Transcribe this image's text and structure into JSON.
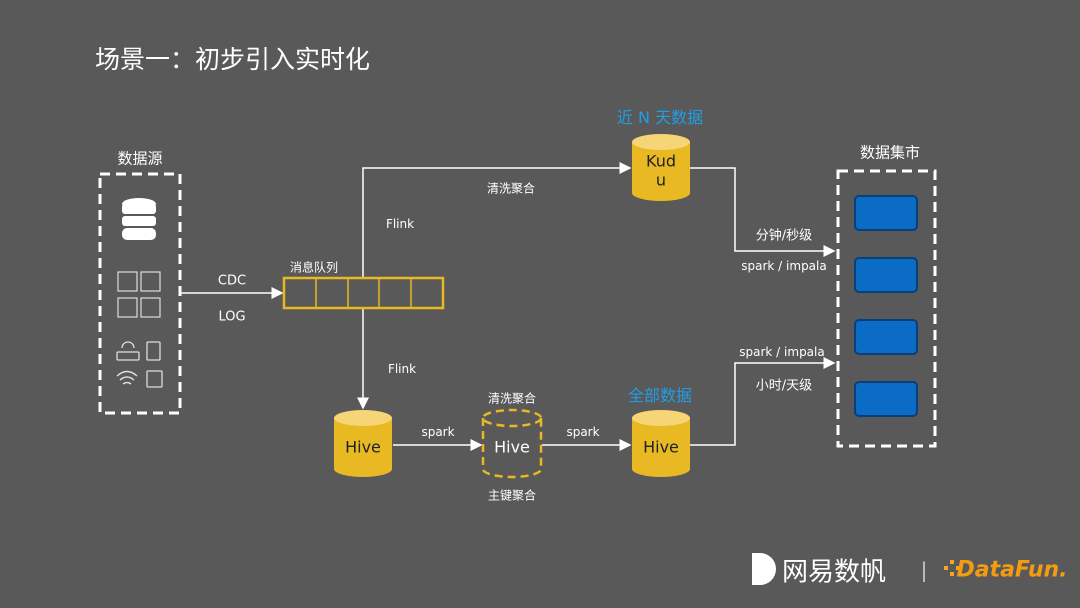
{
  "title": "场景一：初步引入实时化",
  "source": {
    "label": "数据源",
    "icons": [
      "database-icon",
      "document-icon",
      "router-icon",
      "tablet-icon",
      "wifi-icon",
      "sensor-icon"
    ]
  },
  "edges": {
    "cdc": "CDC",
    "log": "LOG",
    "flink_up": "Flink",
    "flink_down": "Flink",
    "clean_top": "清洗聚合",
    "spark1": "spark",
    "spark2": "spark",
    "clean_mid": "清洗聚合",
    "pk_agg": "主键聚合",
    "minute": "分钟/秒级",
    "spark_impala_top": "spark / impala",
    "spark_impala_bottom": "spark / impala",
    "hourly": "小时/天级"
  },
  "queue": {
    "label": "消息队列",
    "cells": 5
  },
  "kudu": {
    "label": "近 N 天数据",
    "name_line1": "Kud",
    "name_line2": "u"
  },
  "hive1": {
    "name": "Hive"
  },
  "hive2": {
    "name": "Hive"
  },
  "hive3": {
    "label": "全部数据",
    "name": "Hive"
  },
  "mart": {
    "label": "数据集市",
    "boxes": 4
  },
  "footer": {
    "brand1": "网易数帆",
    "separator": "|",
    "brand2": "DataFun."
  },
  "colors": {
    "background": "#595959",
    "yellow": "#e8b923",
    "blue_label": "#1f9ee6",
    "mart_box": "#0b6cc6"
  }
}
